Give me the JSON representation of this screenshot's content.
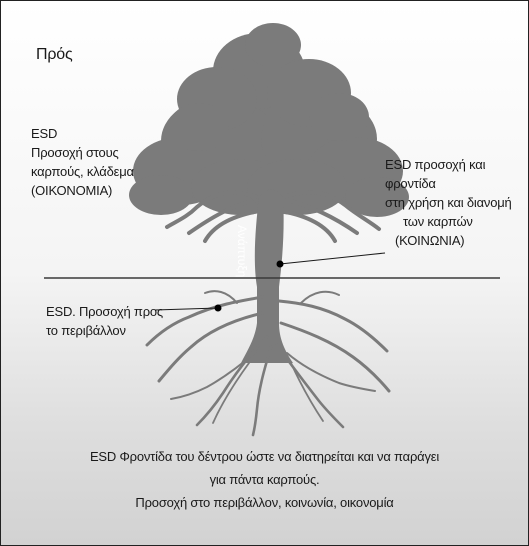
{
  "heading": "Πρός",
  "economy_label": [
    "ESD",
    "Προσοχή στους",
    "καρπούς, κλάδεμα",
    "(ΟΙΚΟΝΟΜΙΑ)"
  ],
  "society_label": [
    "ESD προσοχή και φροντίδα",
    "στη χρήση και διανομή",
    "των καρπών",
    "(ΚΟΙΝΩΝΙΑ)"
  ],
  "environment_label": [
    "ESD. Προσοχή προς",
    "το περιβάλλον"
  ],
  "trunk_label": "Ανάπτυξη",
  "bottom_caption": [
    "ESD Φροντίδα του δέντρου ώστε να διατηρείται και να παράγει",
    "για πάντα καρπούς.",
    "Προσοχή στο περιβάλλον, κοινωνία, οικονομία"
  ],
  "colors": {
    "tree": "#7b7b7b",
    "ground_line": "#3a3a3a",
    "text": "#1a1a1a"
  }
}
